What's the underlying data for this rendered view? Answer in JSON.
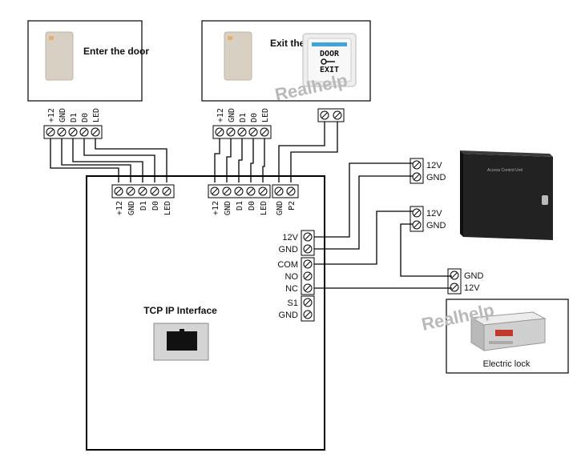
{
  "reader_in": {
    "caption": "Enter the door",
    "pins": [
      "+12",
      "GND",
      "D1",
      "D0",
      "LED"
    ]
  },
  "reader_out": {
    "caption": "Exit the door",
    "pins": [
      "+12",
      "GND",
      "D1",
      "D0",
      "LED"
    ]
  },
  "exit_button": {
    "line1": "DOOR",
    "line2": "EXIT"
  },
  "controller": {
    "bus1": [
      "+12",
      "GND",
      "D1",
      "D0",
      "LED"
    ],
    "bus2": [
      "+12",
      "GND",
      "D1",
      "D0",
      "LED"
    ],
    "bus3": [
      "GND",
      "P2"
    ],
    "power": [
      "12V",
      "GND"
    ],
    "relay": [
      "COM",
      "NO",
      "NC"
    ],
    "sensor": [
      "S1",
      "GND"
    ],
    "interface_label": "TCP IP Interface"
  },
  "psu_out1": [
    "12V",
    "GND"
  ],
  "psu_out2": [
    "12V",
    "GND"
  ],
  "psu_label": "Access Control Unit",
  "lock_terminals": [
    "GND",
    "12V"
  ],
  "lock_caption": "Electric lock",
  "watermark": "Realhelp",
  "colors": {
    "wire": "#000000",
    "psu": "#1c1c1c",
    "watermark": "#b9b9b9"
  }
}
